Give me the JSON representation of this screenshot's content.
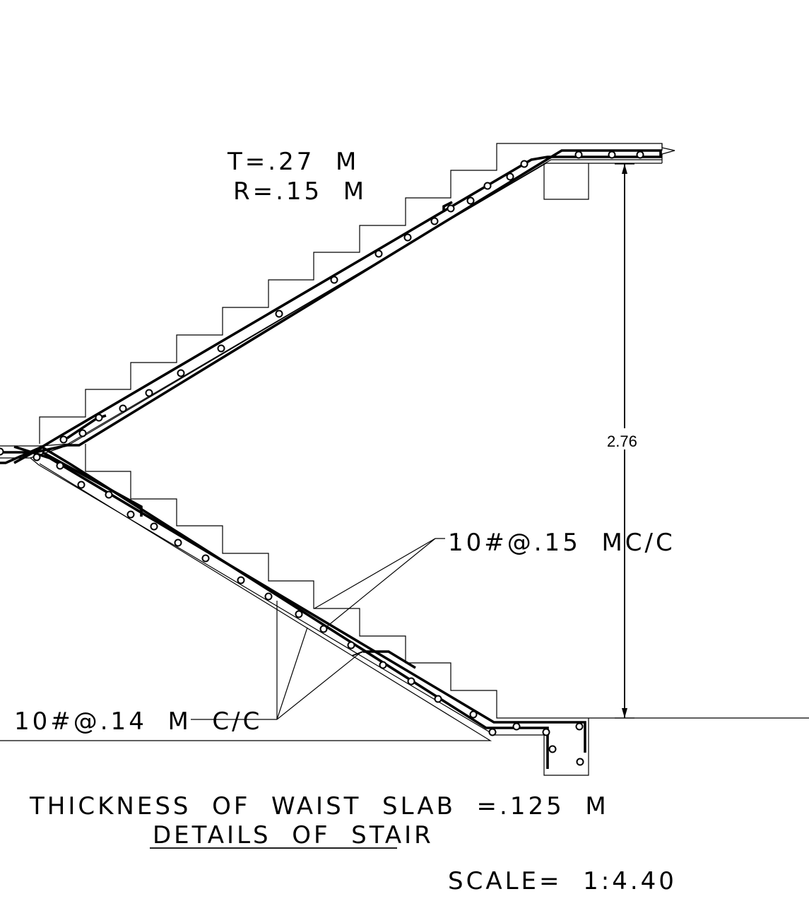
{
  "notes": {
    "tread": "T=.27  M",
    "riser": "R=.15  M",
    "height_dim": "2.76",
    "upper_callout": "10#@.15  MC/C",
    "lower_callout": "10#@.14  M  C/C",
    "waist_slab": "THICKNESS  OF  WAIST  SLAB  =.125  M",
    "title": "DETAILS  OF  STAIR",
    "scale": "SCALE=  1:4.40"
  }
}
